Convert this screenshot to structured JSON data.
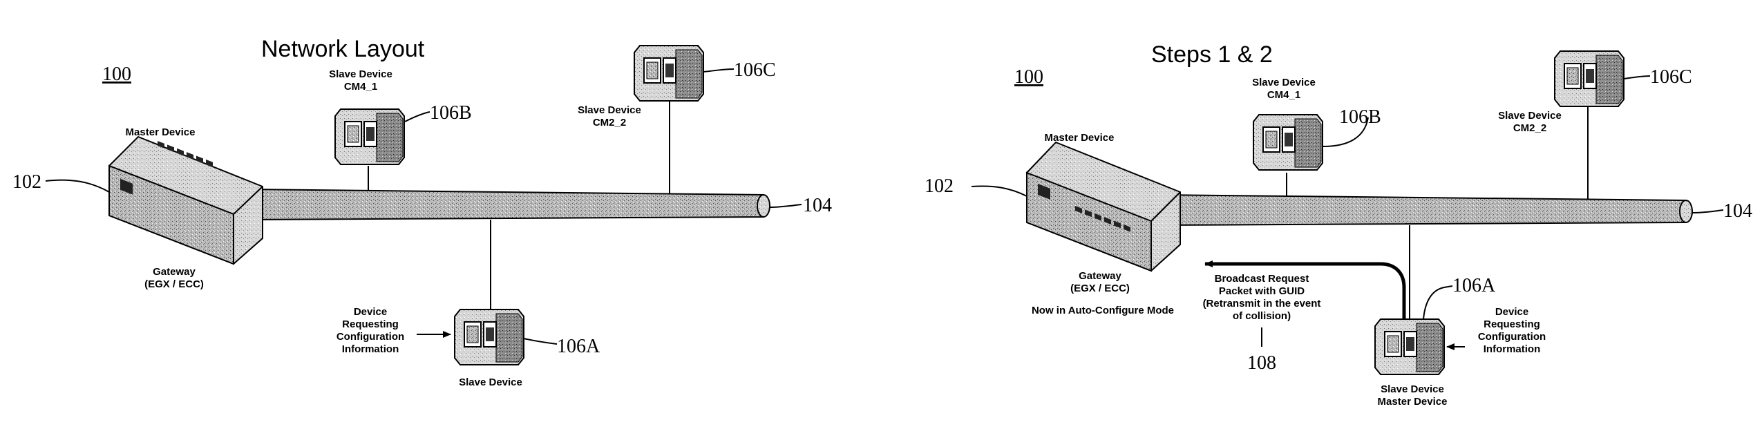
{
  "left_panel": {
    "title": "Network Layout",
    "figure_ref": "100",
    "master_label": "Master Device",
    "gateway_line1": "Gateway",
    "gateway_line2": "(EGX / ECC)",
    "ref_master": "102",
    "ref_bus": "104",
    "ref_106a": "106A",
    "ref_106b": "106B",
    "ref_106c": "106C",
    "slave_b_line1": "Slave Device",
    "slave_b_line2": "CM4_1",
    "slave_c_line1": "Slave Device",
    "slave_c_line2": "CM2_2",
    "requesting_line1": "Device",
    "requesting_line2": "Requesting",
    "requesting_line3": "Configuration",
    "requesting_line4": "Information",
    "slave_a_label": "Slave Device"
  },
  "right_panel": {
    "title": "Steps 1 & 2",
    "figure_ref": "100",
    "master_label": "Master Device",
    "gateway_line1": "Gateway",
    "gateway_line2": "(EGX / ECC)",
    "mode_note": "Now in Auto-Configure Mode",
    "ref_master": "102",
    "ref_bus": "104",
    "ref_106a": "106A",
    "ref_106b": "106B",
    "ref_106c": "106C",
    "ref_108": "108",
    "slave_b_line1": "Slave Device",
    "slave_b_line2": "CM4_1",
    "slave_c_line1": "Slave Device",
    "slave_c_line2": "CM2_2",
    "broadcast_line1": "Broadcast Request",
    "broadcast_line2": "Packet with GUID",
    "broadcast_line3": "(Retransmit in the event",
    "broadcast_line4": "of collision)",
    "requesting_line1": "Device",
    "requesting_line2": "Requesting",
    "requesting_line3": "Configuration",
    "requesting_line4": "Information",
    "slave_a_line1": "Slave Device",
    "slave_a_line2": "Master Device"
  }
}
